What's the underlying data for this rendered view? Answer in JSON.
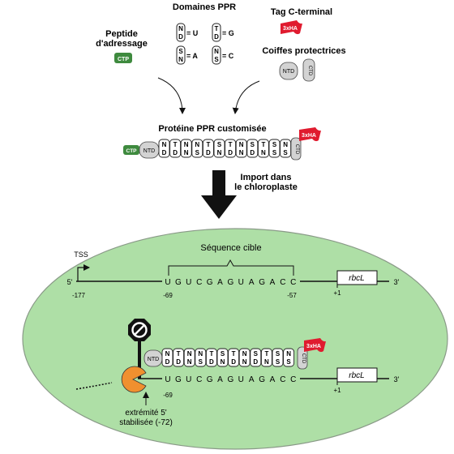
{
  "labels": {
    "ppr_domains": "Domaines PPR",
    "c_terminal_tag": "Tag C-terminal",
    "targeting_peptide_line1": "Peptide",
    "targeting_peptide_line2": "d'adressage",
    "protective_caps": "Coiffes protectrices",
    "custom_protein": "Protéine PPR customisée",
    "import_line1": "Import dans",
    "import_line2": "le chloroplaste",
    "target_sequence": "Séquence cible",
    "tss": "TSS",
    "stabilized_end_line1": "extrémité 5'",
    "stabilized_end_line2": "stabilisée (-72)"
  },
  "badges": {
    "ctp": "CTP",
    "ntd": "NTD",
    "ctd": "CTD",
    "tag": "3xHA"
  },
  "code_rules": [
    {
      "top": "N",
      "bottom": "D",
      "base": "U"
    },
    {
      "top": "T",
      "bottom": "D",
      "base": "G"
    },
    {
      "top": "S",
      "bottom": "N",
      "base": "A"
    },
    {
      "top": "N",
      "bottom": "S",
      "base": "C"
    }
  ],
  "modules": [
    {
      "top": "N",
      "bottom": "D"
    },
    {
      "top": "T",
      "bottom": "D"
    },
    {
      "top": "N",
      "bottom": "N"
    },
    {
      "top": "N",
      "bottom": "S"
    },
    {
      "top": "T",
      "bottom": "D"
    },
    {
      "top": "S",
      "bottom": "N"
    },
    {
      "top": "T",
      "bottom": "D"
    },
    {
      "top": "N",
      "bottom": "N"
    },
    {
      "top": "S",
      "bottom": "D"
    },
    {
      "top": "T",
      "bottom": "N"
    },
    {
      "top": "S",
      "bottom": "S"
    },
    {
      "top": "N",
      "bottom": "S"
    }
  ],
  "rna": {
    "sequence": [
      "U",
      "G",
      "U",
      "C",
      "G",
      "A",
      "G",
      "U",
      "A",
      "G",
      "A",
      "C",
      "C"
    ],
    "gene": "rbcL",
    "five_prime": "5'",
    "three_prime": "3'",
    "coords": [
      "-177",
      "-69",
      "-57",
      "+1"
    ],
    "coords_bottom": [
      "-69",
      "+1"
    ]
  },
  "colors": {
    "chloroplast_fill": "#aedfa6",
    "chloroplast_stroke": "#8a9a88",
    "ctp_green": "#3e8a3e",
    "tag_red": "#e01b2f",
    "exonuclease_orange": "#f0902f",
    "module_fill": "#ffffff",
    "cap_fill": "#d3d3d3"
  },
  "icons": {
    "tag": "flag-icon",
    "blocker": "stop-sign-icon",
    "exonuclease": "pacman-exonuclease-icon"
  }
}
